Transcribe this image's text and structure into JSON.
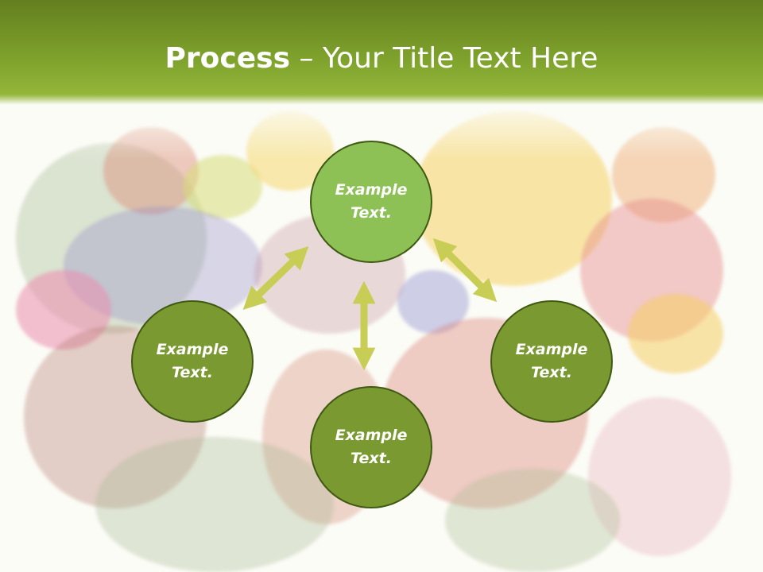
{
  "slide": {
    "title_bold": "Process",
    "title_rest": " – Your Title Text Here"
  },
  "colors": {
    "header_dark": "#637f1f",
    "header_light": "#93b63a",
    "node_top": "#8dc155",
    "node_other": "#7a9930",
    "node_border": "#3f5a12",
    "arrow": "#c7cd55"
  },
  "nodes": [
    {
      "id": "top",
      "text": "Example Text."
    },
    {
      "id": "left",
      "text": "Example Text."
    },
    {
      "id": "right",
      "text": "Example Text."
    },
    {
      "id": "bottom",
      "text": "Example Text."
    }
  ]
}
